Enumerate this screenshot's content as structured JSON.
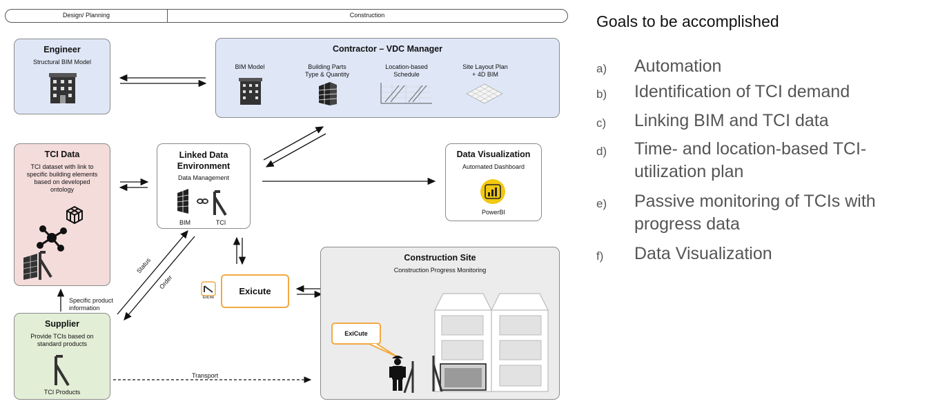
{
  "phases": {
    "design": "Design/ Planning",
    "construction": "Construction"
  },
  "engineer": {
    "title": "Engineer",
    "subtitle": "Structural BIM Model"
  },
  "contractor": {
    "title": "Contractor – VDC Manager",
    "steps": [
      "BIM Model",
      "Building Parts\nType & Quantity",
      "Location-based\nSchedule",
      "Site Layout Plan\n+ 4D BIM"
    ]
  },
  "tci_data": {
    "title": "TCI Data",
    "subtitle": "TCI dataset with link to\nspecific building elements\nbased on developed\nontology"
  },
  "linked": {
    "title": "Linked Data\nEnvironment",
    "subtitle": "Data Management",
    "bim": "BIM",
    "tci": "TCI"
  },
  "dataviz": {
    "title": "Data Visualization",
    "subtitle": "Automated Dashboard",
    "powerbi": "PowerBI"
  },
  "site": {
    "title": "Construction Site",
    "subtitle": "Construction Progress Monitoring",
    "exicute_bubble": "ExiCute"
  },
  "supplier": {
    "title": "Supplier",
    "subtitle": "Provide TCIs based on\nstandard products",
    "products": "TCI Products"
  },
  "exicute": {
    "label": "Exicute",
    "logo": "ExiLink"
  },
  "labels": {
    "specific": "Specific product\ninformation",
    "status": "Status",
    "order": "Order",
    "transport": "Transport"
  },
  "goals": {
    "title": "Goals to be accomplished",
    "items": [
      {
        "letter": "a)",
        "text": "Automation"
      },
      {
        "letter": "b)",
        "text": "Identification of TCI demand"
      },
      {
        "letter": "c)",
        "text": "Linking BIM and TCI data"
      },
      {
        "letter": "d)",
        "text": "Time- and location-based TCI-\nutilization plan"
      },
      {
        "letter": "e)",
        "text": "Passive monitoring of TCIs with\nprogress data"
      },
      {
        "letter": "f)",
        "text": "Data Visualization"
      }
    ]
  },
  "colors": {
    "accent": "#f2a941",
    "blue_box": "#dfe7f7",
    "red_box": "#f4dcdb",
    "green_box": "#e3eed6"
  }
}
